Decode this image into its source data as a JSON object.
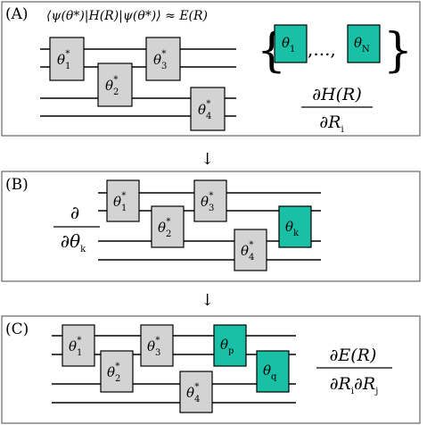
{
  "panels": {
    "a": {
      "label": "(A)",
      "energy_equation": "⟨ψ(θ*)|H(R)|ψ(θ*)⟩ ≈ E(R)",
      "gates": [
        {
          "sym": "θ",
          "sub": "1",
          "sup": "*"
        },
        {
          "sym": "θ",
          "sub": "2",
          "sup": "*"
        },
        {
          "sym": "θ",
          "sub": "3",
          "sup": "*"
        },
        {
          "sym": "θ",
          "sub": "4",
          "sup": "*"
        }
      ],
      "param_set": {
        "open_brace": "{",
        "first": {
          "sym": "θ",
          "sub": "1"
        },
        "ellipsis": ",...,",
        "last": {
          "sym": "θ",
          "sub": "N"
        },
        "close_brace": "}"
      },
      "derivative": {
        "numerator": "∂H(R)",
        "denominator": "∂R",
        "den_sub": "i"
      }
    },
    "b": {
      "label": "(B)",
      "derivative": {
        "numerator": "∂",
        "denominator": "∂θ",
        "den_sub": "k"
      },
      "gates": [
        {
          "sym": "θ",
          "sub": "1",
          "sup": "*"
        },
        {
          "sym": "θ",
          "sub": "2",
          "sup": "*"
        },
        {
          "sym": "θ",
          "sub": "3",
          "sup": "*"
        },
        {
          "sym": "θ",
          "sub": "4",
          "sup": "*"
        }
      ],
      "teal_gate": {
        "sym": "θ",
        "sub": "k"
      }
    },
    "c": {
      "label": "(C)",
      "gates": [
        {
          "sym": "θ",
          "sub": "1",
          "sup": "*"
        },
        {
          "sym": "θ",
          "sub": "2",
          "sup": "*"
        },
        {
          "sym": "θ",
          "sub": "3",
          "sup": "*"
        },
        {
          "sym": "θ",
          "sub": "4",
          "sup": "*"
        }
      ],
      "teal_gates": [
        {
          "sym": "θ",
          "sub": "p"
        },
        {
          "sym": "θ",
          "sub": "q"
        }
      ],
      "derivative": {
        "numerator": "∂E(R)",
        "den_a": "∂R",
        "den_a_sub": "i",
        "den_b": "∂R",
        "den_b_sub": "j"
      }
    }
  },
  "arrows": [
    "↓",
    "↓"
  ],
  "colors": {
    "gate_fill": "#d3d3d3",
    "teal_fill": "#19c0a6",
    "panel_border": "#666666"
  }
}
